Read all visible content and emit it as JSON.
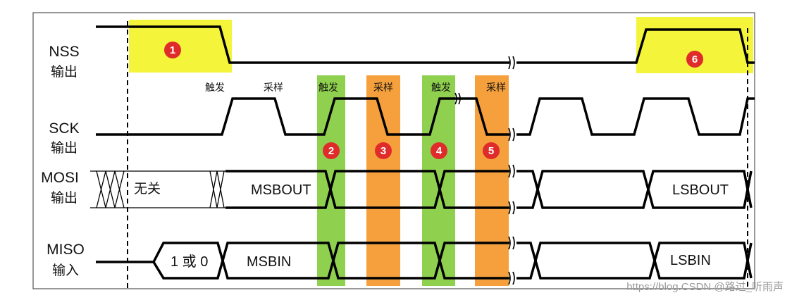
{
  "signals": [
    {
      "name": "NSS",
      "direction": "输出"
    },
    {
      "name": "SCK",
      "direction": "输出"
    },
    {
      "name": "MOSI",
      "direction": "输出"
    },
    {
      "name": "MISO",
      "direction": "输入"
    }
  ],
  "sck_events": [
    "触发",
    "采样",
    "触发",
    "采样",
    "触发",
    "采样"
  ],
  "bus_text": {
    "mosi_dontcare": "无关",
    "mosi_msb": "MSBOUT",
    "mosi_lsb": "LSBOUT",
    "miso_pre": "1 或 0",
    "miso_msb": "MSBIN",
    "miso_lsb": "LSBIN"
  },
  "badges": [
    "1",
    "2",
    "3",
    "4",
    "5",
    "6"
  ],
  "watermark": "https://blog.CSDN @路过_听雨声",
  "colors": {
    "highlight_yellow": "#f4f43a",
    "trigger_green": "#8fd14f",
    "sample_orange": "#f5a03c",
    "badge_red": "#e02b2b"
  }
}
